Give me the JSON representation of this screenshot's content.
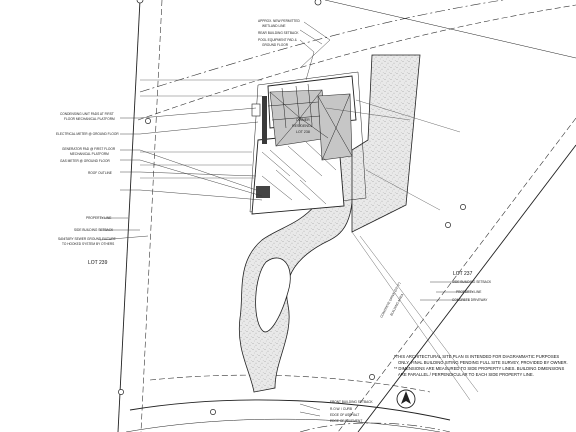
{
  "labels": {
    "top_1": "APPROX. NEW PERMITTED",
    "top_2": "WETLAND LINE",
    "top_3": "REAR BUILDING SETBACK",
    "top_4": "POOL EQUIPMENT PAD &",
    "top_5": "GROUND FLOOR",
    "left_1": "CONDENSING UNIT PADS AT FIRST",
    "left_2": "FLOOR MECHANICAL PLATFORM",
    "left_3": "ELECTRICAL METER @ GROUND FLOOR",
    "left_4": "GENERATOR PAD @ FIRST FLOOR",
    "left_5": "MECHANICAL PLATFORM",
    "left_6": "GAS METER @ GROUND FLOOR",
    "left_7": "ROOF OUTLINE",
    "left_8": "PROPERTY LINE",
    "left_9": "SIDE BUILDING SETBACK",
    "left_10": "SANITARY SEWER GROUND FIXTURE",
    "left_11": "TO HOOKED SYSTEM BY OTHERS",
    "residence_1": "OWNER",
    "residence_2": "RESIDENCE",
    "residence_3": "LOT 238",
    "lot_left": "LOT 239",
    "lot_right": "LOT 237",
    "right_1": "SIDE BUILDING SETBACK",
    "right_2": "PROPERTY LINE",
    "right_3": "CONCRETE DRIVEWAY",
    "diag_dim_1": "CONCRETE DRIVE (50'-0\")",
    "diag_dim_2": "BUILDING AREA",
    "bottom_1": "FRONT BUILDING SETBACK",
    "bottom_2": "R.O.W. / CURB",
    "bottom_3": "EDGE OF ASPHALT",
    "bottom_4": "EDGE OF PAVEMENT",
    "note_1": "*THIS ARCHITECTURAL SITE PLAN IS INTENDED FOR DIAGRAMMATIC PURPOSES",
    "note_2": "ONLY. FINAL BUILDING SITING PENDING FULL SITE SURVEY, PROVIDED BY OWNER.",
    "note_3": "** DIMENSIONS ARE MEASURED TO SIDE PROPERTY LINES. BUILDING DIMENSIONS",
    "note_4": "ARE PARALLEL / PERPENDICULAR TO EACH SIDE PROPERTY LINE."
  }
}
